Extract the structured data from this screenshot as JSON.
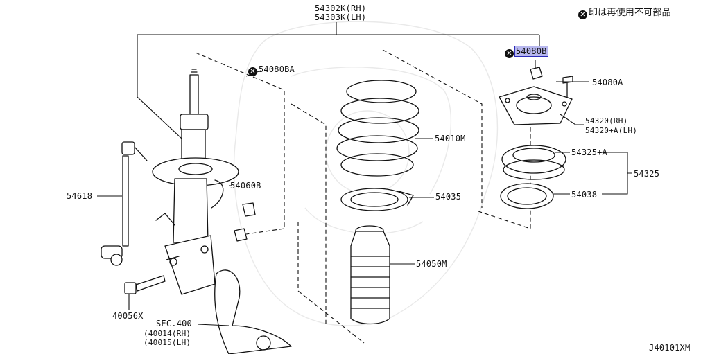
{
  "diagram": {
    "legend_text": "印は再使用不可部品",
    "legend_icon": "x-mark-icon",
    "drawing_id": "J40101XM",
    "accent_highlight": "#b7b7ee",
    "parts": {
      "strut_assembly": [
        "54302K(RH)",
        "54303K(LH)"
      ],
      "nut_54080BA": "54080BA",
      "nut_54080B": "54080B",
      "bolt_54080A": "54080A",
      "mount_insulator": [
        "54320(RH)",
        "54320+A(LH)"
      ],
      "bearing_54325A": "54325+A",
      "group_54325": "54325",
      "seat_54038": "54038",
      "coil_spring": "54010M",
      "spring_seat_lower": "54035",
      "bound_bumper": "54050M",
      "stabilizer_link": "54618",
      "bolt_54060B": "54060B",
      "bolt_40056X": "40056X",
      "knuckle_ref": [
        "SEC.400",
        "(40014(RH)",
        "(40015(LH)"
      ]
    }
  }
}
